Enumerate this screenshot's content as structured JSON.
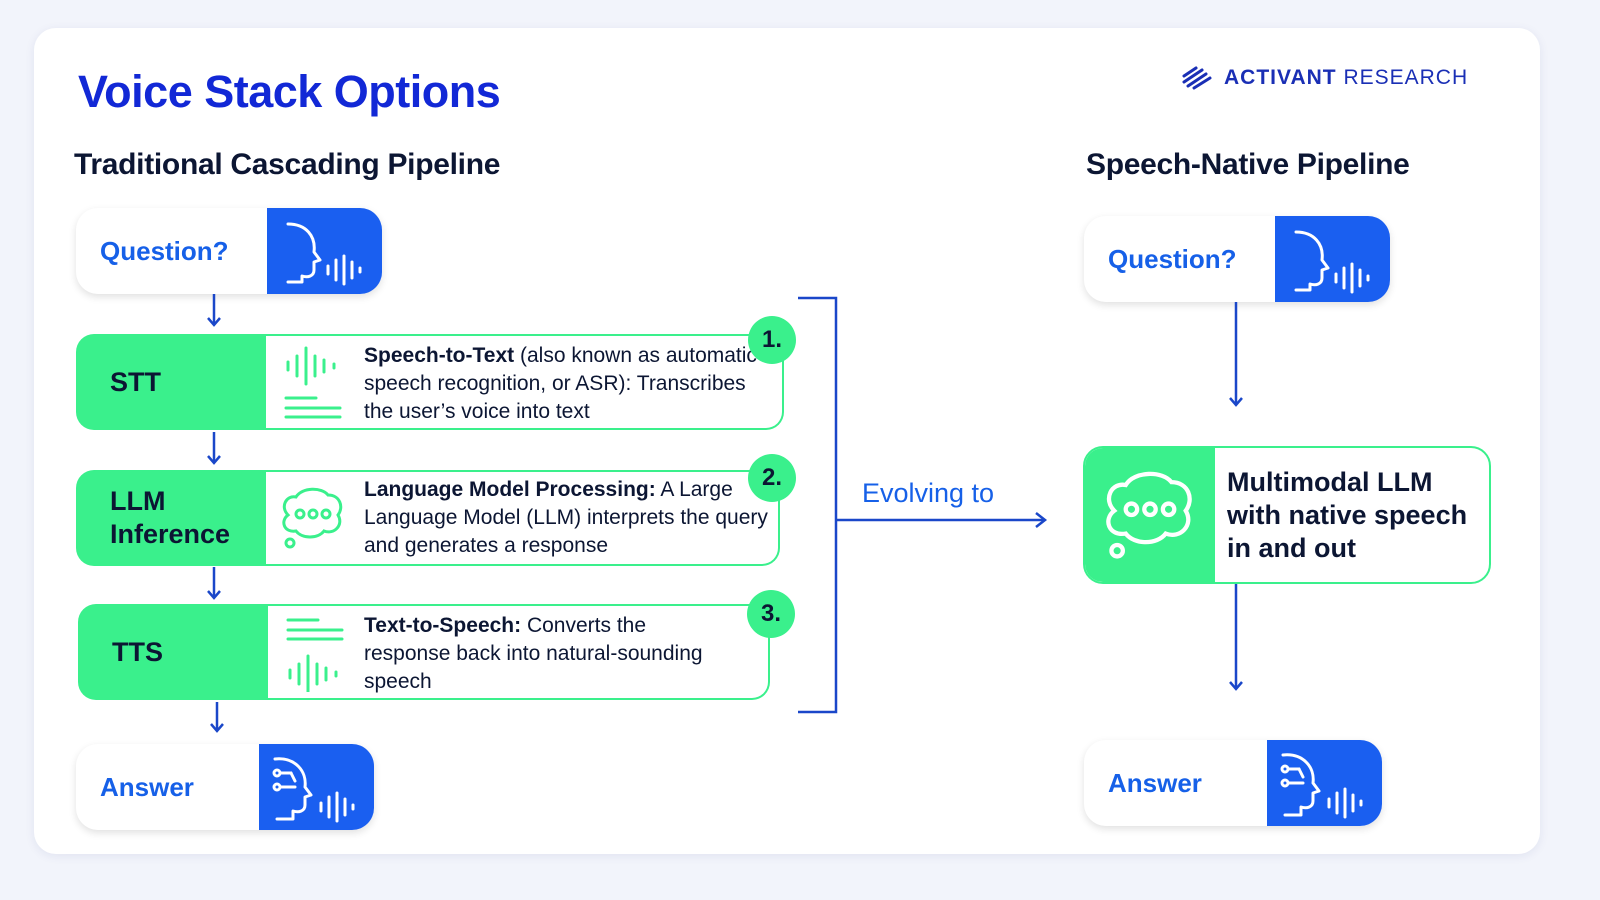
{
  "title": "Voice Stack Options",
  "brand": {
    "name_bold": "ACTIVANT",
    "name_rest": "RESEARCH"
  },
  "traditional": {
    "heading": "Traditional Cascading Pipeline",
    "question": "Question?",
    "answer": "Answer",
    "steps": [
      {
        "label": "STT",
        "number": "1.",
        "desc_bold": "Speech-to-Text",
        "desc_rest": " (also known as automatic speech recognition, or ASR): Transcribes the user’s voice into text"
      },
      {
        "label": "LLM Inference",
        "number": "2.",
        "desc_bold": "Language Model Processing:",
        "desc_rest": " A Large Language Model (LLM) interprets the query and generates a response"
      },
      {
        "label": "TTS",
        "number": "3.",
        "desc_bold": "Text-to-Speech:",
        "desc_rest": " Converts the response back into natural-sounding speech"
      }
    ]
  },
  "evolving": "Evolving to",
  "native": {
    "heading": "Speech-Native Pipeline",
    "question": "Question?",
    "model": "Multimodal LLM with native speech in and out",
    "answer": "Answer"
  },
  "colors": {
    "blue": "#1a5ff0",
    "green": "#3af08c",
    "title_blue": "#1228d6",
    "dark": "#0c1633"
  },
  "icons": [
    "head-sound-icon",
    "waveform-icon",
    "text-lines-icon",
    "chat-bubble-icon",
    "ai-head-icon",
    "arrow-down-icon",
    "arrow-right-icon",
    "bracket"
  ]
}
